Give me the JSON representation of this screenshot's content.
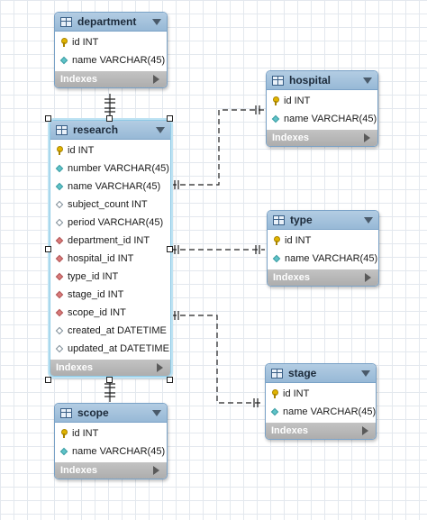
{
  "indexes_label": "Indexes",
  "tables": {
    "department": {
      "name": "department",
      "columns": [
        {
          "text": "id INT",
          "icon": "primary-key-icon"
        },
        {
          "text": "name VARCHAR(45)",
          "icon": "cyan-diamond-icon"
        }
      ]
    },
    "hospital": {
      "name": "hospital",
      "columns": [
        {
          "text": "id INT",
          "icon": "primary-key-icon"
        },
        {
          "text": "name VARCHAR(45)",
          "icon": "cyan-diamond-icon"
        }
      ]
    },
    "research": {
      "name": "research",
      "columns": [
        {
          "text": "id INT",
          "icon": "primary-key-icon"
        },
        {
          "text": "number VARCHAR(45)",
          "icon": "cyan-diamond-icon"
        },
        {
          "text": "name VARCHAR(45)",
          "icon": "cyan-diamond-icon"
        },
        {
          "text": "subject_count INT",
          "icon": "hollow-diamond-icon"
        },
        {
          "text": "period VARCHAR(45)",
          "icon": "hollow-diamond-icon"
        },
        {
          "text": "department_id INT",
          "icon": "red-diamond-icon"
        },
        {
          "text": "hospital_id INT",
          "icon": "red-diamond-icon"
        },
        {
          "text": "type_id INT",
          "icon": "red-diamond-icon"
        },
        {
          "text": "stage_id INT",
          "icon": "red-diamond-icon"
        },
        {
          "text": "scope_id INT",
          "icon": "red-diamond-icon"
        },
        {
          "text": "created_at DATETIME",
          "icon": "hollow-diamond-icon"
        },
        {
          "text": "updated_at DATETIME",
          "icon": "hollow-diamond-icon"
        }
      ]
    },
    "type": {
      "name": "type",
      "columns": [
        {
          "text": "id INT",
          "icon": "primary-key-icon"
        },
        {
          "text": "name VARCHAR(45)",
          "icon": "cyan-diamond-icon"
        }
      ]
    },
    "stage": {
      "name": "stage",
      "columns": [
        {
          "text": "id INT",
          "icon": "primary-key-icon"
        },
        {
          "text": "name VARCHAR(45)",
          "icon": "cyan-diamond-icon"
        }
      ]
    },
    "scope": {
      "name": "scope",
      "columns": [
        {
          "text": "id INT",
          "icon": "primary-key-icon"
        },
        {
          "text": "name VARCHAR(45)",
          "icon": "cyan-diamond-icon"
        }
      ]
    }
  },
  "relationships": [
    {
      "from": "research",
      "to": "department"
    },
    {
      "from": "research",
      "to": "hospital"
    },
    {
      "from": "research",
      "to": "type"
    },
    {
      "from": "research",
      "to": "stage"
    },
    {
      "from": "research",
      "to": "scope"
    }
  ]
}
